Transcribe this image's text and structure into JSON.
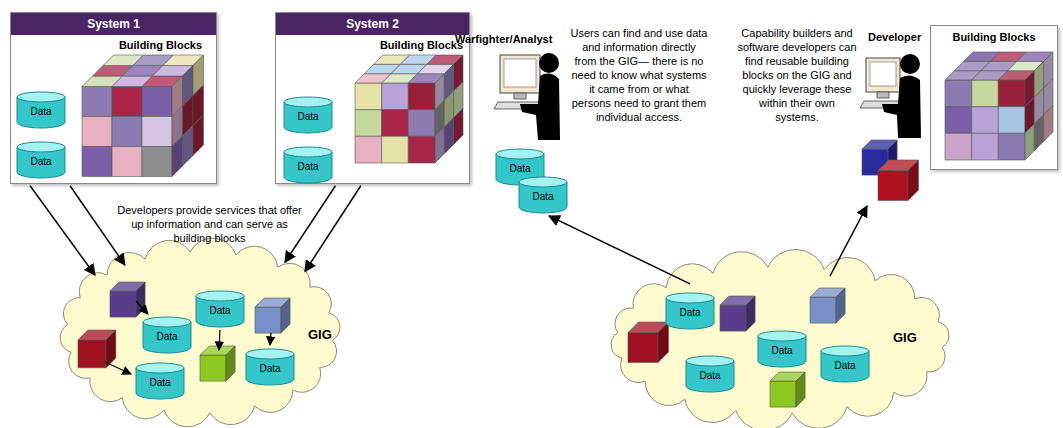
{
  "diagram": {
    "nodes": [
      {
        "text": [
          "System 1",
          "Building Blocks"
        ]
      },
      {
        "text": [
          "Data"
        ],
        "in": 0
      },
      {
        "text": [
          "Data"
        ],
        "in": 0
      },
      {
        "text": [
          "System 2",
          "Building Blocks"
        ]
      },
      {
        "text": [
          "Data"
        ],
        "in": 3
      },
      {
        "text": [
          "Data"
        ],
        "in": 3
      },
      {
        "text": [
          "Building Blocks"
        ]
      },
      {
        "text": [
          "Data"
        ]
      },
      {
        "text": [
          "Data"
        ]
      },
      {
        "text": [
          "GIG"
        ]
      },
      {
        "text": [
          "Data"
        ],
        "in": 9
      },
      {
        "text": [
          "Data"
        ],
        "in": 9
      },
      {
        "text": [
          "Data"
        ],
        "in": 9
      },
      {
        "text": [
          "Data"
        ],
        "in": 9
      },
      {
        "text": [
          "GIG"
        ]
      },
      {
        "text": [
          "Data"
        ],
        "in": 14
      },
      {
        "text": [
          "Data"
        ],
        "in": 14
      },
      {
        "text": [
          "Data"
        ],
        "in": 14
      },
      {
        "text": [
          "Data"
        ],
        "in": 14
      }
    ],
    "edges": [
      {
        "from": 0,
        "to": 9,
        "arrow": "to"
      },
      {
        "from": 0,
        "to": 9,
        "arrow": "to"
      },
      {
        "from": 3,
        "to": 9,
        "arrow": "to"
      },
      {
        "from": 3,
        "to": 9,
        "arrow": "to"
      },
      {
        "from": 14,
        "to": 8,
        "arrow": "to"
      }
    ],
    "labels": [
      "Developers provide services that offer up information and can serve as building blocks",
      "Warfighter/Analyst",
      "Users can find and use data and information directly from the GIG— there is no need to know what systems it came from or what persons need to grant them individual access.",
      "Developer",
      "Capability builders and software developers can find reusable building blocks on the GIG and quickly leverage these within their own systems."
    ]
  }
}
